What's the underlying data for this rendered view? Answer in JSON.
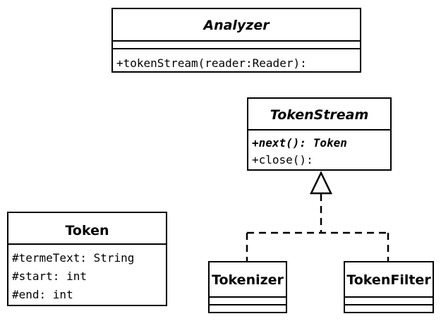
{
  "classes": {
    "analyzer": {
      "name": "Analyzer",
      "operations": [
        "+tokenStream(reader:Reader):"
      ]
    },
    "token_stream": {
      "name": "TokenStream",
      "operations": [
        "+next(): Token",
        "+close():"
      ]
    },
    "token": {
      "name": "Token",
      "attributes": [
        "#termeText: String",
        "#start: int",
        "#end: int"
      ]
    },
    "tokenizer": {
      "name": "Tokenizer"
    },
    "token_filter": {
      "name": "TokenFilter"
    }
  }
}
